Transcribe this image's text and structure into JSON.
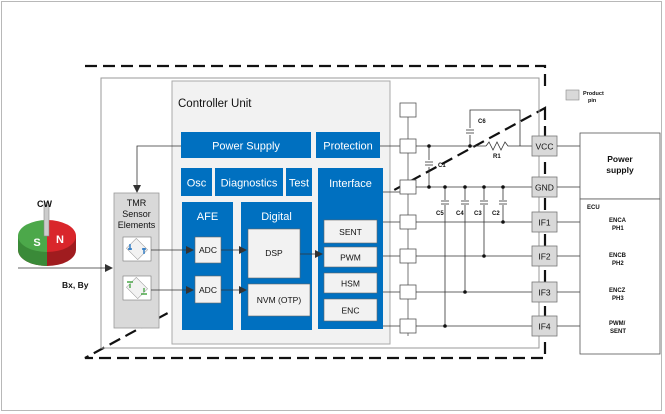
{
  "labels": {
    "controller_unit": "Controller Unit",
    "power_supply": "Power Supply",
    "protection": "Protection",
    "osc": "Osc",
    "diagnostics": "Diagnostics",
    "test": "Test",
    "interface": "Interface",
    "afe": "AFE",
    "digital": "Digital",
    "adc_top": "ADC",
    "adc_bottom": "ADC",
    "dsp": "DSP",
    "nvm": "NVM (OTP)",
    "sent": "SENT",
    "pwm": "PWM",
    "hsm": "HSM",
    "enc": "ENC",
    "tmr_line1": "TMR",
    "tmr_line2": "Sensor",
    "tmr_line3": "Elements",
    "cw": "CW",
    "bx_by": "Bx, By",
    "magnet_s": "S",
    "magnet_n": "N",
    "legend_line1": "Product",
    "legend_line2": "pin",
    "vcc": "VCC",
    "gnd": "GND",
    "if1": "IF1",
    "if2": "IF2",
    "if3": "IF3",
    "if4": "IF4",
    "power_supply_ext_line1": "Power",
    "power_supply_ext_line2": "supply",
    "ecu": "ECU",
    "enca_1": "ENCA",
    "enca_2": "PH1",
    "encb_1": "ENCB",
    "encb_2": "PH2",
    "encz_1": "ENCZ",
    "encz_2": "PH3",
    "pwm_out_1": "PWM/",
    "pwm_out_2": "SENT",
    "c1": "C1",
    "c2": "C2",
    "c3": "C3",
    "c4": "C4",
    "c5": "C5",
    "c6": "C6",
    "r1": "R1"
  },
  "colors": {
    "blue": "#0070c0",
    "gray_fill": "#d9d9d9",
    "panel_fill": "#f2f2f2",
    "magnet_red": "#d9262b",
    "magnet_green": "#4ca84a"
  }
}
